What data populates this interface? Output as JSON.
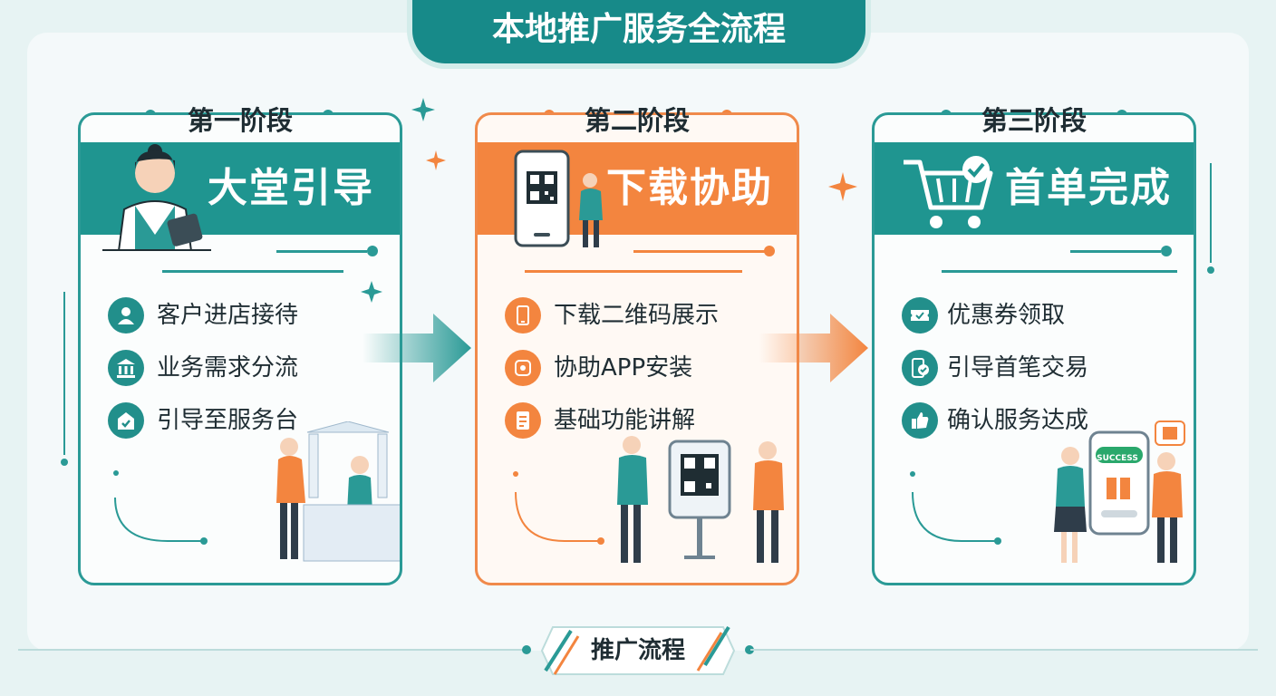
{
  "title": "本地推广服务全流程",
  "stages": [
    {
      "label": "第一阶段",
      "heading": "大堂引导",
      "items": [
        {
          "icon": "user-icon",
          "text": "客户进店接待"
        },
        {
          "icon": "bank-icon",
          "text": "业务需求分流"
        },
        {
          "icon": "counter-icon",
          "text": "引导至服务台"
        }
      ],
      "accent": "#1f9590"
    },
    {
      "label": "第二阶段",
      "heading": "下载协助",
      "items": [
        {
          "icon": "phone-icon",
          "text": "下载二维码展示"
        },
        {
          "icon": "app-icon",
          "text": "协助APP安装"
        },
        {
          "icon": "document-icon",
          "text": "基础功能讲解"
        }
      ],
      "accent": "#f3853f"
    },
    {
      "label": "第三阶段",
      "heading": "首单完成",
      "items": [
        {
          "icon": "coupon-icon",
          "text": "优惠券领取"
        },
        {
          "icon": "transaction-icon",
          "text": "引导首笔交易"
        },
        {
          "icon": "thumbs-up-icon",
          "text": "确认服务达成"
        }
      ],
      "accent": "#1f9590"
    }
  ],
  "illustration": {
    "success_label": "SUCCESS"
  },
  "footer": {
    "label": "推广流程"
  }
}
